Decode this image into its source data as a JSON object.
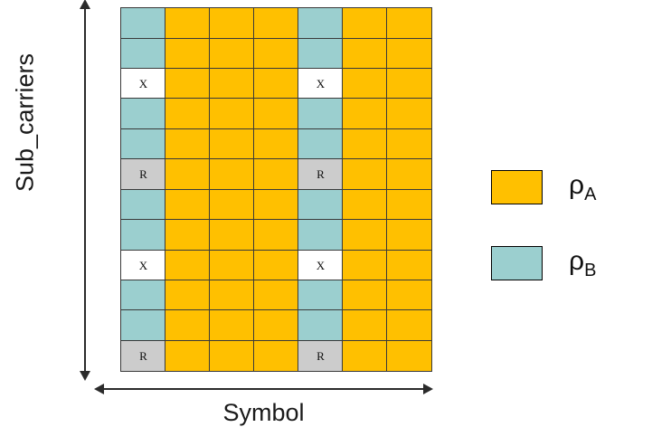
{
  "figure": {
    "axes": {
      "y_label": "Sub_carriers",
      "x_label": "Symbol"
    },
    "legend": [
      {
        "color": "#FFC000",
        "symbol": "ρ",
        "subscript": "A",
        "name": "rho-a"
      },
      {
        "color": "#9BCFCF",
        "symbol": "ρ",
        "subscript": "B",
        "name": "rho-b"
      }
    ],
    "colors": {
      "rho_a": "#FFC000",
      "rho_b": "#9BCFCF",
      "reference": "#CCCCCC",
      "pilot": "#FFFFFF",
      "border": "#3A3A3A",
      "axis": "#2B2B2B"
    },
    "grid": {
      "columns": 7,
      "rows": 12,
      "cell_labels": {
        "pilot": "X",
        "reference": "R"
      },
      "cells": [
        [
          "rho-b",
          "rho-a",
          "rho-a",
          "rho-a",
          "rho-b",
          "rho-a",
          "rho-a"
        ],
        [
          "rho-b",
          "rho-a",
          "rho-a",
          "rho-a",
          "rho-b",
          "rho-a",
          "rho-a"
        ],
        [
          "pilot",
          "rho-a",
          "rho-a",
          "rho-a",
          "pilot",
          "rho-a",
          "rho-a"
        ],
        [
          "rho-b",
          "rho-a",
          "rho-a",
          "rho-a",
          "rho-b",
          "rho-a",
          "rho-a"
        ],
        [
          "rho-b",
          "rho-a",
          "rho-a",
          "rho-a",
          "rho-b",
          "rho-a",
          "rho-a"
        ],
        [
          "ref",
          "rho-a",
          "rho-a",
          "rho-a",
          "ref",
          "rho-a",
          "rho-a"
        ],
        [
          "rho-b",
          "rho-a",
          "rho-a",
          "rho-a",
          "rho-b",
          "rho-a",
          "rho-a"
        ],
        [
          "rho-b",
          "rho-a",
          "rho-a",
          "rho-a",
          "rho-b",
          "rho-a",
          "rho-a"
        ],
        [
          "pilot",
          "rho-a",
          "rho-a",
          "rho-a",
          "pilot",
          "rho-a",
          "rho-a"
        ],
        [
          "rho-b",
          "rho-a",
          "rho-a",
          "rho-a",
          "rho-b",
          "rho-a",
          "rho-a"
        ],
        [
          "rho-b",
          "rho-a",
          "rho-a",
          "rho-a",
          "rho-b",
          "rho-a",
          "rho-a"
        ],
        [
          "ref",
          "rho-a",
          "rho-a",
          "rho-a",
          "ref",
          "rho-a",
          "rho-a"
        ]
      ]
    }
  },
  "chart_data": {
    "type": "heatmap",
    "title": "",
    "xlabel": "Symbol",
    "ylabel": "Sub_carriers",
    "grid": true,
    "legend_position": "right",
    "x": [
      1,
      2,
      3,
      4,
      5,
      6,
      7
    ],
    "y": [
      1,
      2,
      3,
      4,
      5,
      6,
      7,
      8,
      9,
      10,
      11,
      12
    ],
    "categories": [
      "rho-a",
      "rho-b",
      "pilot",
      "ref"
    ],
    "category_colors": {
      "rho-a": "#FFC000",
      "rho-b": "#9BCFCF",
      "pilot": "#FFFFFF",
      "ref": "#CCCCCC"
    },
    "category_labels": {
      "rho-a": "ρA",
      "rho-b": "ρB",
      "pilot": "X",
      "ref": "R"
    },
    "values": [
      [
        "rho-b",
        "rho-a",
        "rho-a",
        "rho-a",
        "rho-b",
        "rho-a",
        "rho-a"
      ],
      [
        "rho-b",
        "rho-a",
        "rho-a",
        "rho-a",
        "rho-b",
        "rho-a",
        "rho-a"
      ],
      [
        "pilot",
        "rho-a",
        "rho-a",
        "rho-a",
        "pilot",
        "rho-a",
        "rho-a"
      ],
      [
        "rho-b",
        "rho-a",
        "rho-a",
        "rho-a",
        "rho-b",
        "rho-a",
        "rho-a"
      ],
      [
        "rho-b",
        "rho-a",
        "rho-a",
        "rho-a",
        "rho-b",
        "rho-a",
        "rho-a"
      ],
      [
        "ref",
        "rho-a",
        "rho-a",
        "rho-a",
        "ref",
        "rho-a",
        "rho-a"
      ],
      [
        "rho-b",
        "rho-a",
        "rho-a",
        "rho-a",
        "rho-b",
        "rho-a",
        "rho-a"
      ],
      [
        "rho-b",
        "rho-a",
        "rho-a",
        "rho-a",
        "rho-b",
        "rho-a",
        "rho-a"
      ],
      [
        "pilot",
        "rho-a",
        "rho-a",
        "rho-a",
        "pilot",
        "rho-a",
        "rho-a"
      ],
      [
        "rho-b",
        "rho-a",
        "rho-a",
        "rho-a",
        "rho-b",
        "rho-a",
        "rho-a"
      ],
      [
        "rho-b",
        "rho-a",
        "rho-a",
        "rho-a",
        "rho-b",
        "rho-a",
        "rho-a"
      ],
      [
        "ref",
        "rho-a",
        "rho-a",
        "rho-a",
        "ref",
        "rho-a",
        "rho-a"
      ]
    ]
  }
}
